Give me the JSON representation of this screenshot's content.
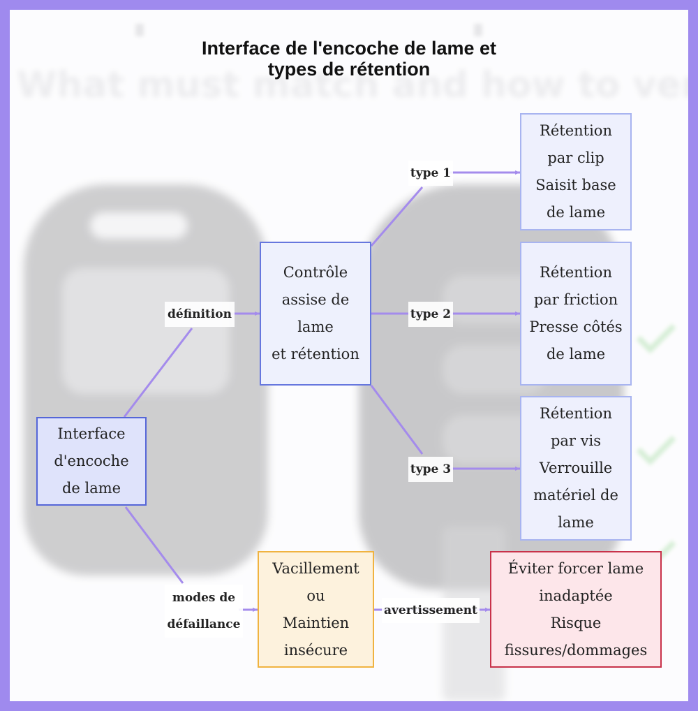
{
  "title": {
    "line1": "Interface de l'encoche de lame et",
    "line2": "types de rétention"
  },
  "background": {
    "headline": "What must match and how to verify fit"
  },
  "nodes": {
    "interface": [
      "Interface",
      "d'encoche",
      "de lame"
    ],
    "controle": [
      "Contrôle",
      "assise de",
      "lame",
      "et rétention"
    ],
    "clip": [
      "Rétention",
      "par clip",
      "Saisit base",
      "de lame"
    ],
    "friction": [
      "Rétention",
      "par friction",
      "Presse côtés",
      "de lame"
    ],
    "vis": [
      "Rétention",
      "par vis",
      "Verrouille",
      "matériel de",
      "lame"
    ],
    "vacillement": [
      "Vacillement",
      "ou",
      "Maintien",
      "insécure"
    ],
    "eviter": [
      "Éviter forcer lame",
      "inadaptée",
      "Risque",
      "fissures/dommages"
    ]
  },
  "edge_labels": {
    "definition": "définition",
    "type1": "type 1",
    "type2": "type 2",
    "type3": "type 3",
    "modes": [
      "modes de",
      "défaillance"
    ],
    "avertissement": "avertissement"
  },
  "colors": {
    "frame": "#9f8aee",
    "edge": "#a48bec",
    "main_border": "#5566d8",
    "warn_border": "#f0b340",
    "danger_border": "#c8324a"
  }
}
